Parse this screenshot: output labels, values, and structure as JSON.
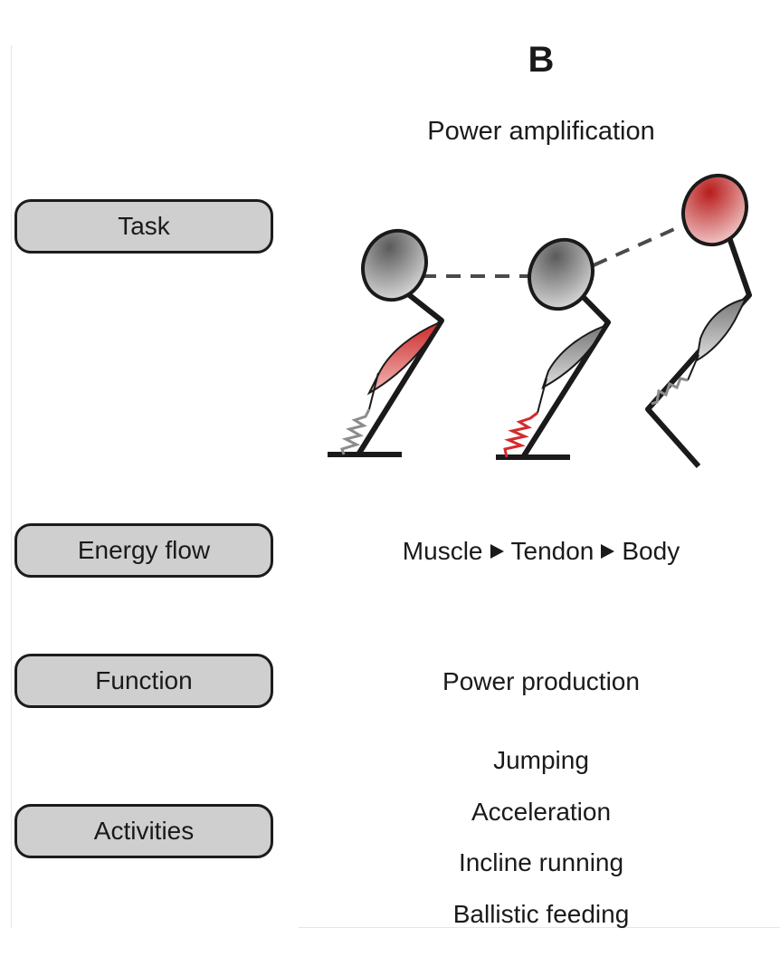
{
  "panel": {
    "letter": "B",
    "heading": "Power amplification"
  },
  "rows": {
    "task": {
      "label": "Task"
    },
    "energy_flow": {
      "label": "Energy flow",
      "steps": [
        "Muscle",
        "Tendon",
        "Body"
      ]
    },
    "function": {
      "label": "Function",
      "value": "Power production"
    },
    "activities": {
      "label": "Activities",
      "items": [
        "Jumping",
        "Acceleration",
        "Incline running",
        "Ballistic feeding"
      ]
    }
  },
  "colors": {
    "active": "#d42b2b",
    "inactive": "#8c8c8c",
    "box_fill": "#cfcfcf",
    "ink": "#1a1a1a"
  }
}
